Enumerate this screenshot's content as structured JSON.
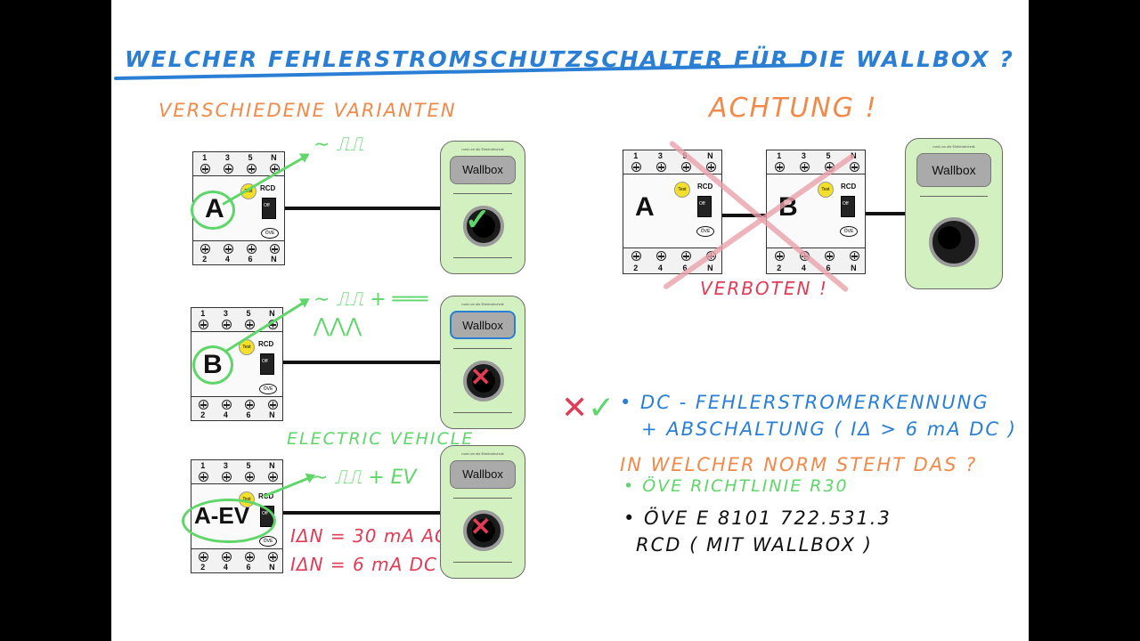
{
  "title": "WELCHER FEHLERSTROMSCHUTZSCHALTER FÜR DIE WALLBOX ?",
  "left": {
    "heading": "VERSCHIEDENE VARIANTEN",
    "variants": [
      {
        "letter": "A",
        "wave": "∼ ⎍⎍",
        "result": "✓"
      },
      {
        "letter": "B",
        "wave": "∼ ⎍⎍ + ═══ ⋀⋀⋀",
        "result": "✕"
      },
      {
        "letter": "A-EV",
        "wave": "∼ ⎍⎍ + EV",
        "result": "✕"
      }
    ],
    "ev_label": "ELECTRIC VEHICLE",
    "ev_values": [
      "IΔN = 30 mA AC",
      "IΔN = 6 mA DC"
    ]
  },
  "rcd": {
    "top_terminals": [
      "1",
      "3",
      "5",
      "N"
    ],
    "bottom_terminals": [
      "2",
      "4",
      "6",
      "N"
    ],
    "label": "RCD",
    "test": "Test",
    "off": "Off",
    "cert": "ÖVE"
  },
  "wallbox": {
    "label": "Wallbox",
    "brand": "rund um die Elektrotechnik"
  },
  "right": {
    "warning": "ACHTUNG !",
    "devices": [
      "A",
      "B"
    ],
    "forbidden": "VERBOTEN !",
    "marks": "✕ ✓",
    "notes": [
      "• DC - FEHLERSTROMERKENNUNG",
      "+ ABSCHALTUNG ( IΔ > 6 mA DC )",
      "IN WELCHER NORM STEHT DAS ?",
      "• ÖVE RICHTLINIE R30",
      "• ÖVE E 8101 722.531.3",
      "RCD ( MIT WALLBOX )"
    ]
  },
  "colors": {
    "blue": "#2a7fd4",
    "orange": "#f08a4b",
    "green": "#5fd66a",
    "red": "#e23b55",
    "wallbox": "#d3f1c0"
  }
}
